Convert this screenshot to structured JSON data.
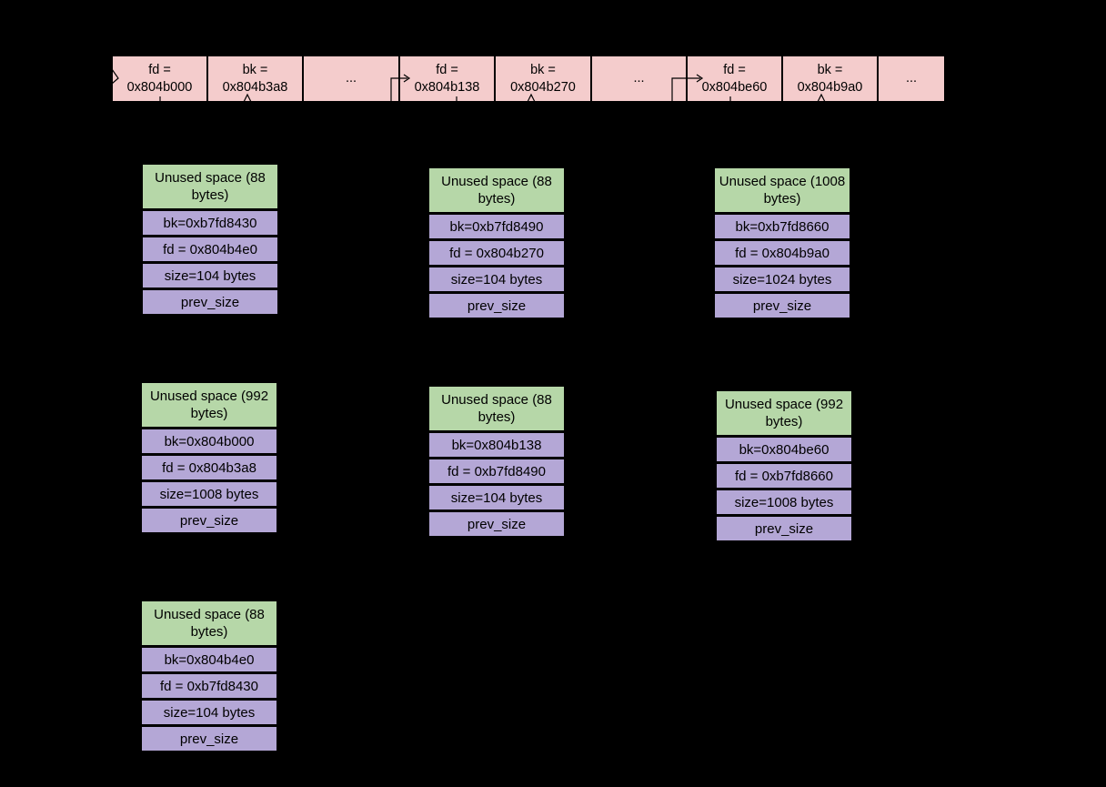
{
  "bin_row": [
    {
      "label": "fd =",
      "value": "0x804b000"
    },
    {
      "label": "bk =",
      "value": "0x804b3a8"
    },
    {
      "label": "...",
      "value": ""
    },
    {
      "label": "fd =",
      "value": "0x804b138"
    },
    {
      "label": "bk =",
      "value": "0x804b270"
    },
    {
      "label": "...",
      "value": ""
    },
    {
      "label": "fd =",
      "value": "0x804be60"
    },
    {
      "label": "bk =",
      "value": "0x804b9a0"
    },
    {
      "label": "...",
      "value": ""
    }
  ],
  "chunks": [
    {
      "unused": "Unused space (88 bytes)",
      "bk": "bk=0xb7fd8430",
      "fd": "fd = 0x804b4e0",
      "size": "size=104 bytes",
      "prev": "prev_size"
    },
    {
      "unused": "Unused space (88 bytes)",
      "bk": "bk=0xb7fd8490",
      "fd": "fd = 0x804b270",
      "size": "size=104 bytes",
      "prev": "prev_size"
    },
    {
      "unused": "Unused space (1008 bytes)",
      "bk": "bk=0xb7fd8660",
      "fd": "fd = 0x804b9a0",
      "size": "size=1024 bytes",
      "prev": "prev_size"
    },
    {
      "unused": "Unused space (992 bytes)",
      "bk": "bk=0x804b000",
      "fd": "fd = 0x804b3a8",
      "size": "size=1008 bytes",
      "prev": "prev_size"
    },
    {
      "unused": "Unused space (88 bytes)",
      "bk": "bk=0x804b138",
      "fd": "fd = 0xb7fd8490",
      "size": "size=104 bytes",
      "prev": "prev_size"
    },
    {
      "unused": "Unused space (992 bytes)",
      "bk": "bk=0x804be60",
      "fd": "fd = 0xb7fd8660",
      "size": "size=1008 bytes",
      "prev": "prev_size"
    },
    {
      "unused": "Unused space (88 bytes)",
      "bk": "bk=0x804b4e0",
      "fd": "fd = 0xb7fd8430",
      "size": "size=104 bytes",
      "prev": "prev_size"
    }
  ]
}
